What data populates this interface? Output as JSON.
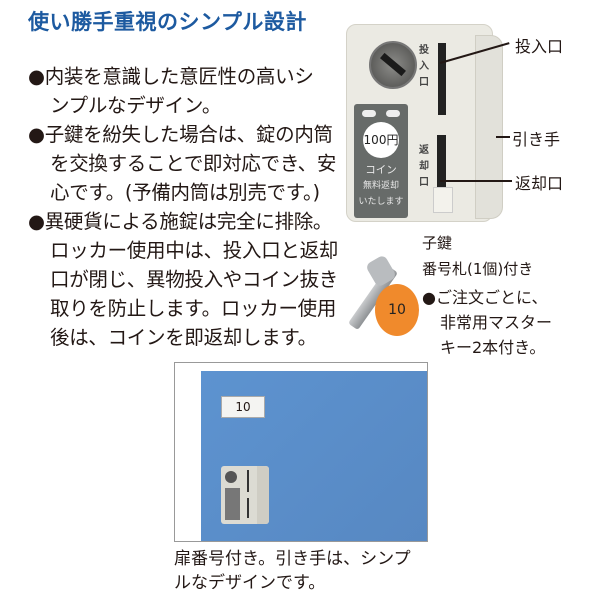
{
  "title": "使い勝手重視のシンプル設計",
  "bullets": [
    {
      "lines": [
        "●内装を意識した意匠性の高いシ",
        "ンプルなデザイン。"
      ]
    },
    {
      "lines": [
        "●子鍵を紛失した場合は、錠の内筒",
        "を交換することで即対応でき、安",
        "心です。(予備内筒は別売です。)"
      ]
    },
    {
      "lines": [
        "●異硬貨による施錠は完全に排除。",
        "ロッカー使用中は、投入口と返却",
        "口が閉じ、異物投入やコイン抜き",
        "取りを防止します。ロッカー使用",
        "後は、コインを即返却します。"
      ]
    }
  ],
  "lock": {
    "slot_in_vertical": "投入口",
    "slot_out_vertical": "返却口",
    "coin_value": "100円",
    "panel_lines": [
      "コイン",
      "無料返却",
      "いたします"
    ]
  },
  "callouts": {
    "insert": "投入口",
    "handle": "引き手",
    "return": "返却口"
  },
  "key": {
    "tag_number": "10",
    "caption_lines": [
      "子鍵",
      "番号札(1個)付き"
    ],
    "note_lines": [
      "●ご注文ごとに、",
      "非常用マスター",
      "キー2本付き。"
    ],
    "tag_color": "#f08a2c"
  },
  "photo": {
    "door_number": "10",
    "door_color": "#5b8fcb",
    "caption_lines": [
      "扉番号付き。引き手は、シンプ",
      "ルなデザインです。"
    ]
  }
}
